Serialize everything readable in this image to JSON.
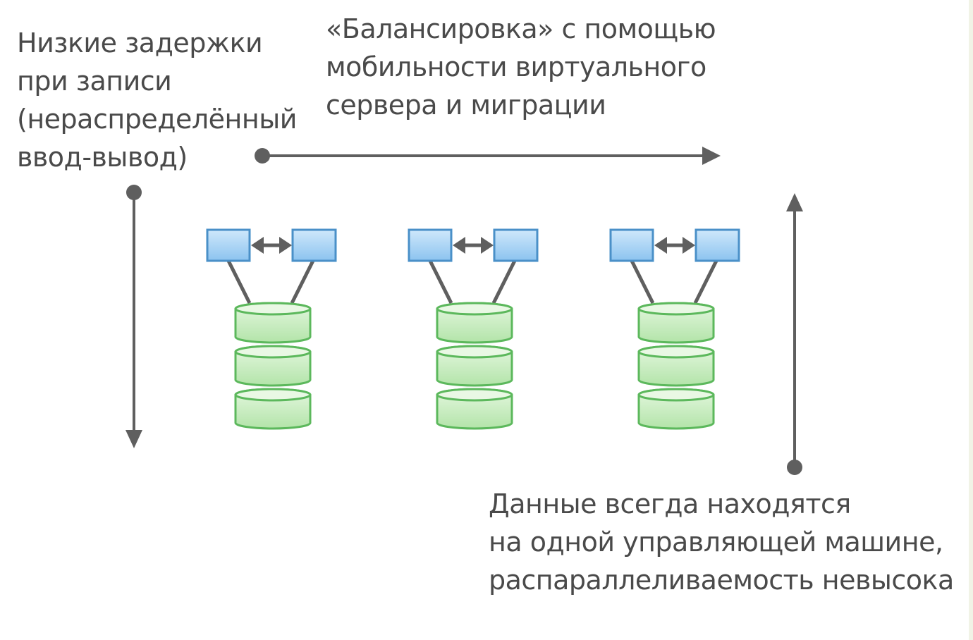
{
  "labels": {
    "left": [
      "Низкие задержки",
      "при записи",
      "(нераспределённый",
      "ввод-вывод)"
    ],
    "top": [
      "«Балансировка» с помощью",
      "мобильности виртуального",
      "сервера и миграции"
    ],
    "bottom": [
      "Данные всегда находятся",
      "на одной управляющей машине,",
      "распараллеливаемость невысока"
    ]
  },
  "colors": {
    "text": "#4a4a4a",
    "arrow": "#5f5f5f",
    "server_fill": "#9fd0f5",
    "server_stroke": "#4a90c8",
    "disk_fill": "#c9eec3",
    "disk_stroke": "#5cb85c"
  },
  "icons": {
    "server": "server-box-icon",
    "disk": "storage-disk-icon",
    "link": "bidirectional-arrow-icon"
  },
  "groups": [
    {
      "name": "group-1"
    },
    {
      "name": "group-2"
    },
    {
      "name": "group-3"
    }
  ]
}
